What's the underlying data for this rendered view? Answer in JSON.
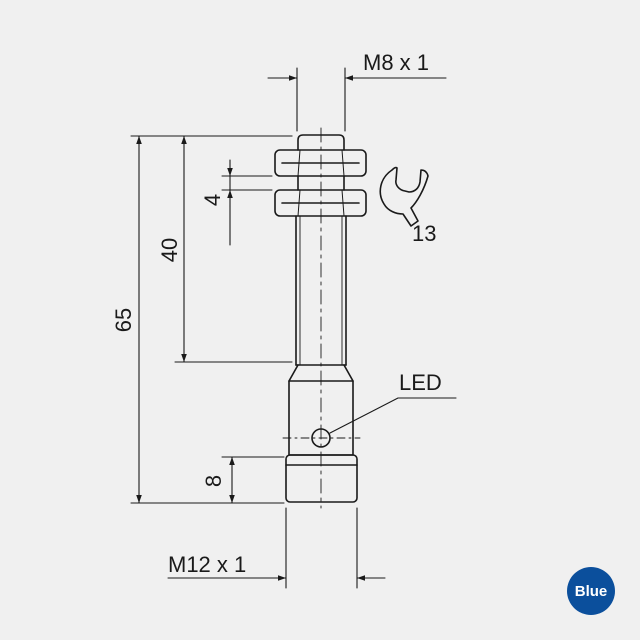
{
  "labels": {
    "thread_top": "M8 x 1",
    "thread_bottom": "M12 x 1",
    "wrench_size": "13",
    "led": "LED",
    "overall_length": "65",
    "thread_length": "40",
    "nut_height": "4",
    "connector_length": "8"
  },
  "badge": {
    "label": "Blue",
    "color": "#0b4f9c"
  },
  "colors": {
    "line": "#1a1a1a",
    "background": "#f0f0f0"
  },
  "icons": {
    "wrench": "wrench-icon"
  }
}
